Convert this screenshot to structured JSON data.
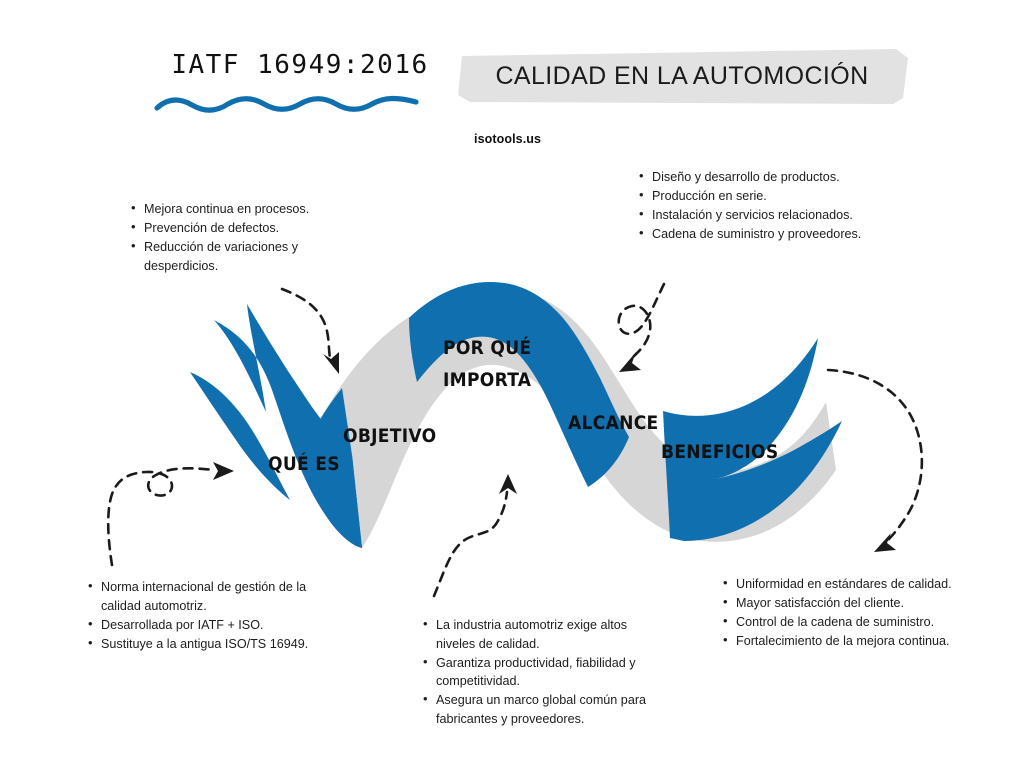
{
  "header": {
    "title": "IATF 16949:2016",
    "banner_text": "CALIDAD EN LA AUTOMOCIÓN",
    "site_url": "isotools.us"
  },
  "colors": {
    "blue": "#0F6FAF",
    "gray": "#D6D6D6",
    "ink": "#1b1b1b",
    "banner_bg": "#E2E2E2"
  },
  "ribbon": {
    "segments": [
      {
        "id": "que-es",
        "label": "QUÉ ES",
        "color": "blue"
      },
      {
        "id": "objetivo",
        "label": "OBJETIVO",
        "color": "gray"
      },
      {
        "id": "por-que-importa",
        "label_line1": "POR QUÉ",
        "label_line2": "IMPORTA",
        "color": "blue"
      },
      {
        "id": "alcance",
        "label": "ALCANCE",
        "color": "gray"
      },
      {
        "id": "beneficios",
        "label": "BENEFICIOS",
        "color": "blue"
      }
    ]
  },
  "notes": {
    "mejora": {
      "items": [
        "Mejora continua en procesos.",
        "Prevención de defectos.",
        "Reducción de variaciones y desperdicios."
      ]
    },
    "diseno": {
      "items": [
        "Diseño y desarrollo de productos.",
        "Producción en serie.",
        "Instalación y servicios relacionados.",
        "Cadena de suministro y proveedores."
      ]
    },
    "norma": {
      "items": [
        "Norma internacional de gestión de la calidad automotriz.",
        "Desarrollada por IATF + ISO.",
        "Sustituye a la antigua ISO/TS 16949."
      ]
    },
    "industria": {
      "items": [
        "La industria automotriz exige altos niveles de calidad.",
        "Garantiza productividad, fiabilidad y competitividad.",
        "Asegura un marco global común para fabricantes y proveedores."
      ]
    },
    "uniformidad": {
      "items": [
        "Uniformidad en estándares de calidad.",
        "Mayor satisfacción del cliente.",
        "Control de la cadena de suministro.",
        "Fortalecimiento de la mejora continua."
      ]
    }
  }
}
